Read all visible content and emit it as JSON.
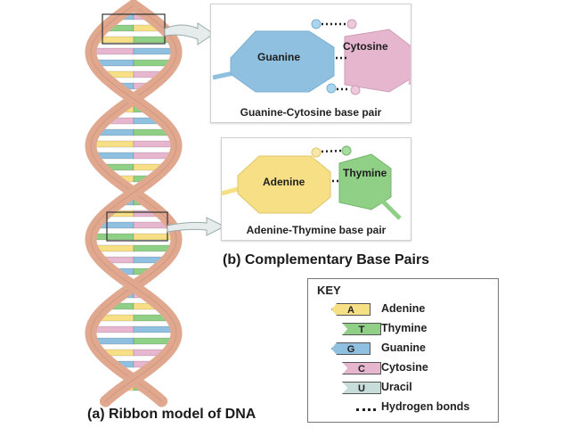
{
  "captions": {
    "ribbon": "(a) Ribbon model of DNA",
    "pairs": "(b) Complementary Base Pairs"
  },
  "gc_panel": {
    "left_molecule": "Guanine",
    "right_molecule": "Cytosine",
    "caption": "Guanine-Cytosine base pair"
  },
  "at_panel": {
    "left_molecule": "Adenine",
    "right_molecule": "Thymine",
    "caption": "Adenine-Thymine base pair"
  },
  "key": {
    "title": "KEY",
    "items": [
      {
        "letter": "A",
        "label": "Adenine",
        "color": "#f6df85",
        "shape": "left-arrow"
      },
      {
        "letter": "T",
        "label": "Thymine",
        "color": "#8fcf86",
        "shape": "notch"
      },
      {
        "letter": "G",
        "label": "Guanine",
        "color": "#8fc0e0",
        "shape": "left-arrow"
      },
      {
        "letter": "C",
        "label": "Cytosine",
        "color": "#e6b6cf",
        "shape": "notch"
      },
      {
        "letter": "U",
        "label": "Uracil",
        "color": "#c7ddd9",
        "shape": "notch"
      }
    ],
    "hbond_label": "Hydrogen bonds"
  },
  "colors": {
    "backbone": "#e0a98f",
    "backbone_dark": "#c98a70",
    "adenine": "#f6df85",
    "thymine": "#8fcf86",
    "guanine": "#8fc0e0",
    "cytosine": "#e6b6cf"
  }
}
